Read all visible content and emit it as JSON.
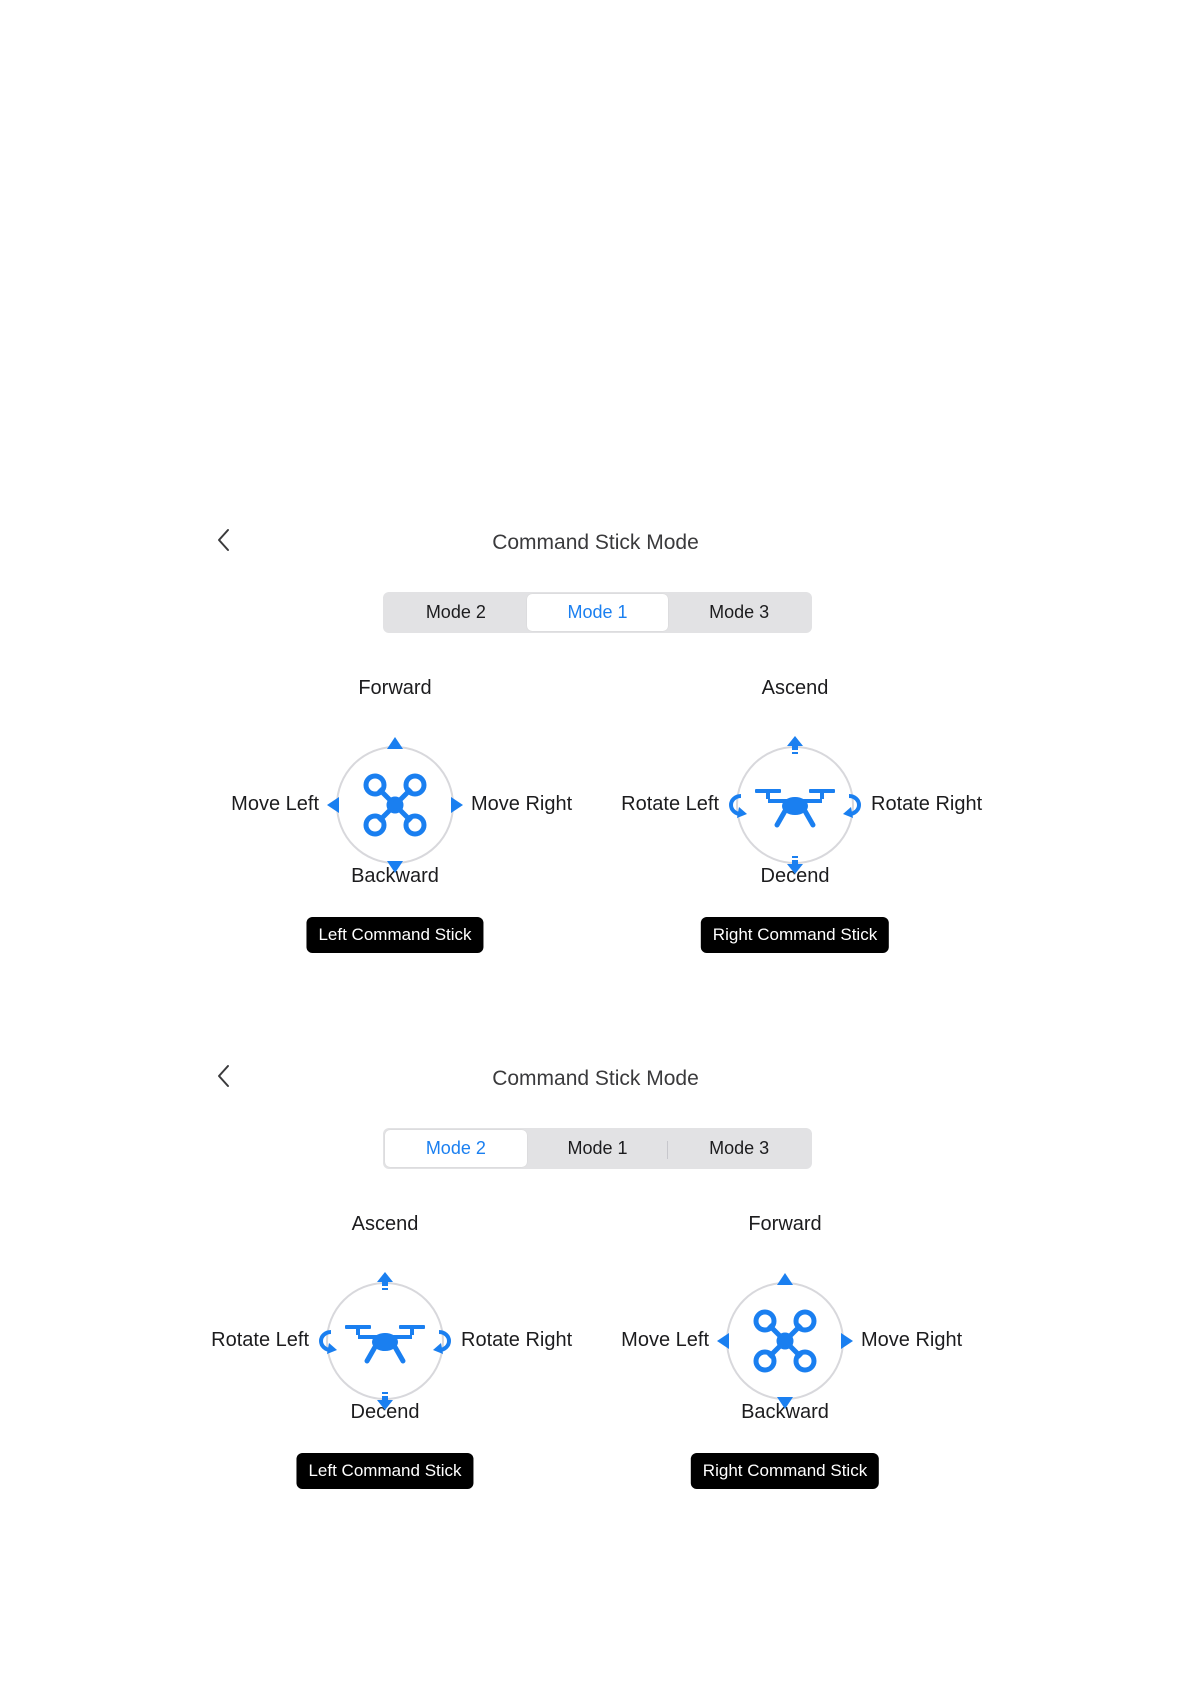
{
  "colors": {
    "accent": "#1a7ff0",
    "pill_bg": "#000000",
    "segment_bg": "#e2e2e4"
  },
  "screens": [
    {
      "title": "Command Stick Mode",
      "back_icon": "chevron-left-icon",
      "segments": [
        "Mode 2",
        "Mode 1",
        "Mode 3"
      ],
      "selected_segment": "Mode 1",
      "left_stick": {
        "icon": "drone-top-view-icon",
        "top": "Forward",
        "bottom": "Backward",
        "left": "Move Left",
        "right": "Move Right",
        "caption": "Left Command Stick"
      },
      "right_stick": {
        "icon": "drone-side-view-icon",
        "top": "Ascend",
        "bottom": "Decend",
        "left": "Rotate Left",
        "right": "Rotate Right",
        "caption": "Right Command Stick"
      }
    },
    {
      "title": "Command Stick Mode",
      "back_icon": "chevron-left-icon",
      "segments": [
        "Mode 2",
        "Mode 1",
        "Mode 3"
      ],
      "selected_segment": "Mode 2",
      "left_stick": {
        "icon": "drone-side-view-icon",
        "top": "Ascend",
        "bottom": "Decend",
        "left": "Rotate Left",
        "right": "Rotate Right",
        "caption": "Left Command Stick"
      },
      "right_stick": {
        "icon": "drone-top-view-icon",
        "top": "Forward",
        "bottom": "Backward",
        "left": "Move Left",
        "right": "Move Right",
        "caption": "Right Command Stick"
      }
    }
  ]
}
